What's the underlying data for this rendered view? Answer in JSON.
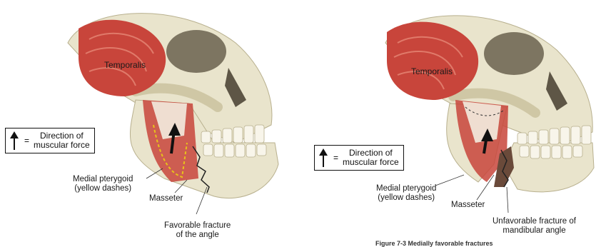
{
  "left": {
    "muscle_label": "Temporalis",
    "legend": {
      "eq": "=",
      "line1": "Direction of",
      "line2": "muscular force"
    },
    "medial": {
      "line1": "Medial pterygoid",
      "line2": "(yellow dashes)"
    },
    "masseter": "Masseter",
    "fracture": {
      "line1": "Favorable fracture",
      "line2": "of the angle"
    }
  },
  "right": {
    "muscle_label": "Temporalis",
    "legend": {
      "eq": "=",
      "line1": "Direction of",
      "line2": "muscular force"
    },
    "medial": {
      "line1": "Medial pterygoid",
      "line2": "(yellow dashes)"
    },
    "masseter": "Masseter",
    "fracture": {
      "line1": "Unfavorable fracture of",
      "line2": "mandibular angle"
    },
    "caption_fragment": "Figure 7-3  Medially favorable fractures"
  },
  "colors": {
    "bone": "#e9e4cc",
    "bone_shadow": "#c9c2a2",
    "muscle": "#c8453b",
    "muscle_light": "#e07a6a",
    "tendon": "#f3ecdf",
    "yellow_dash": "#e8c21a",
    "fracture_line": "#222222"
  }
}
